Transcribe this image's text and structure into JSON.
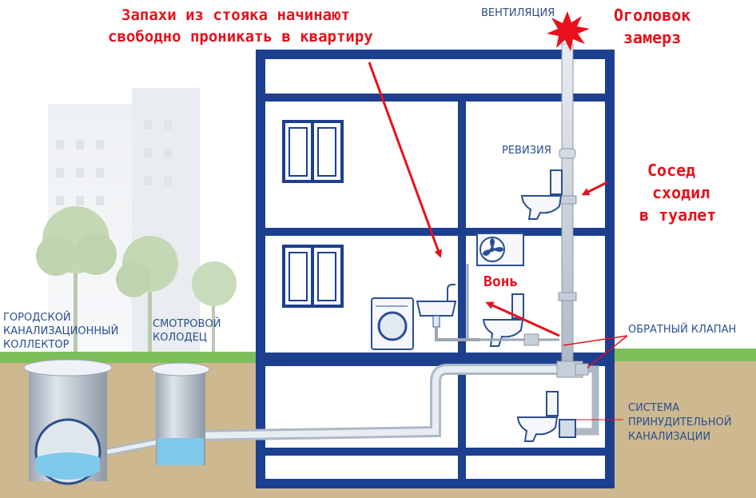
{
  "annotations": {
    "smell_line1": "Запахи из стояка начинают",
    "smell_line2": "свободно проникать в квартиру",
    "cap_line1": "Оголовок",
    "cap_line2": "замерз",
    "neighbor_line1": "Сосед",
    "neighbor_line2": "сходил",
    "neighbor_line3": "в туалет",
    "stench": "Вонь"
  },
  "labels": {
    "ventilation": "ВЕНТИЛЯЦИЯ",
    "revision": "РЕВИЗИЯ",
    "check_valve": "ОБРАТНЫЙ КЛАПАН",
    "collector_line1": "ГОРОДСКОЙ",
    "collector_line2": "КАНАЛИЗАЦИОННЫЙ",
    "collector_line3": "КОЛЛЕКТОР",
    "well_line1": "СМОТРОВОЙ",
    "well_line2": "КОЛОДЕЦ",
    "pump_line1": "СИСТЕМА",
    "pump_line2": "ПРИНУДИТЕЛЬНОЙ",
    "pump_line3": "КАНАЛИЗАЦИИ"
  },
  "colors": {
    "frame": "#1d3f8f",
    "annotation": "#e8101a",
    "label": "#2b4f8f",
    "pipe": "#c9d3df",
    "ground": "#cdb88f",
    "grass": "#7bbf5a",
    "water": "#7ec8ea"
  }
}
